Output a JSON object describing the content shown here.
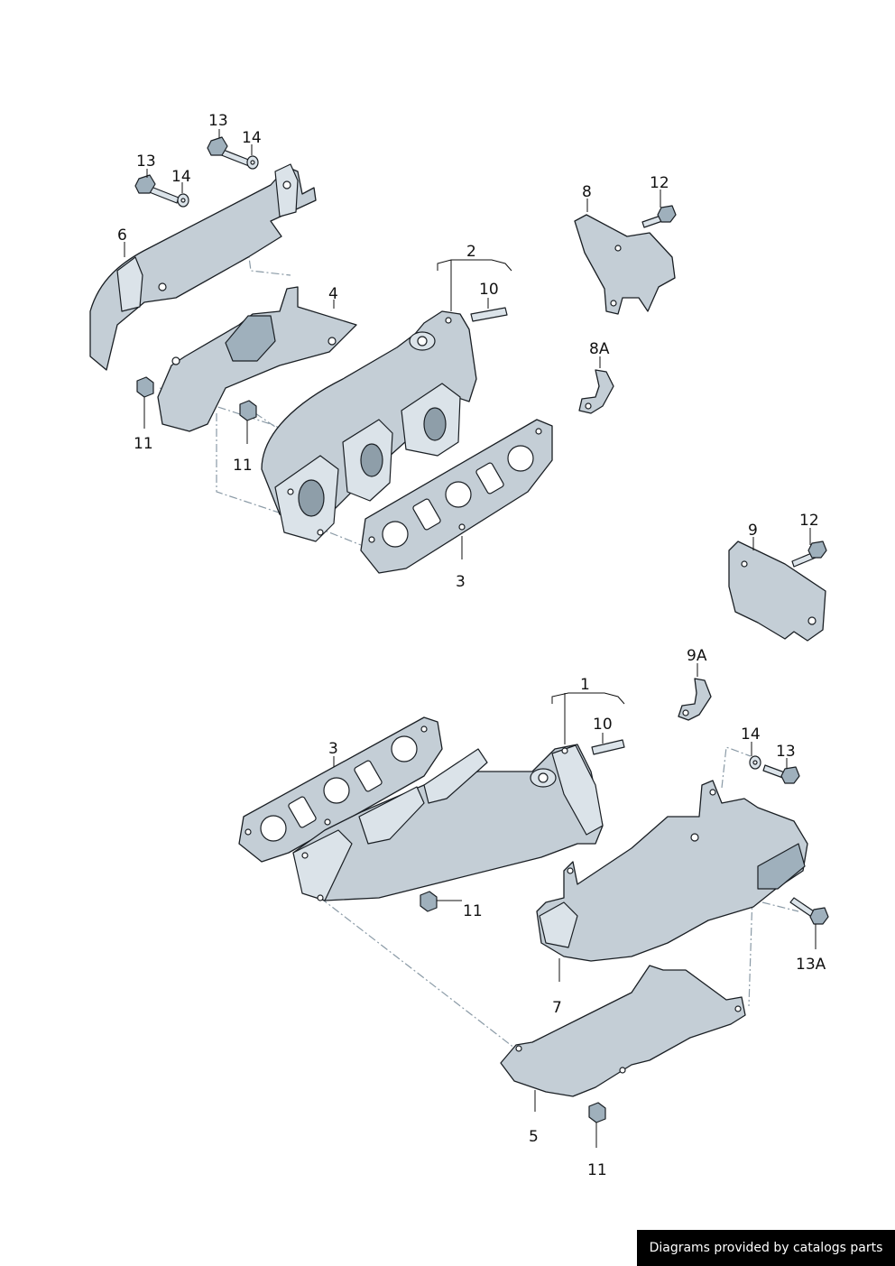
{
  "labels": {
    "l1": "1",
    "l2": "2",
    "l3a": "3",
    "l3b": "3",
    "l4": "4",
    "l5": "5",
    "l6": "6",
    "l7": "7",
    "l8": "8",
    "l8a": "8A",
    "l9": "9",
    "l9a": "9A",
    "l10a": "10",
    "l10b": "10",
    "l11a": "11",
    "l11b": "11",
    "l11c": "11",
    "l11d": "11",
    "l12a": "12",
    "l12b": "12",
    "l13a": "13",
    "l13b": "13",
    "l13c": "13",
    "l13d": "13A",
    "l14a": "14",
    "l14b": "14",
    "l14c": "14"
  },
  "footer": {
    "text": "Diagrams provided by catalogs parts"
  },
  "colors": {
    "part_fill": "#c4ced6",
    "outline": "#1a1f24",
    "badge_bg": "#000000"
  }
}
